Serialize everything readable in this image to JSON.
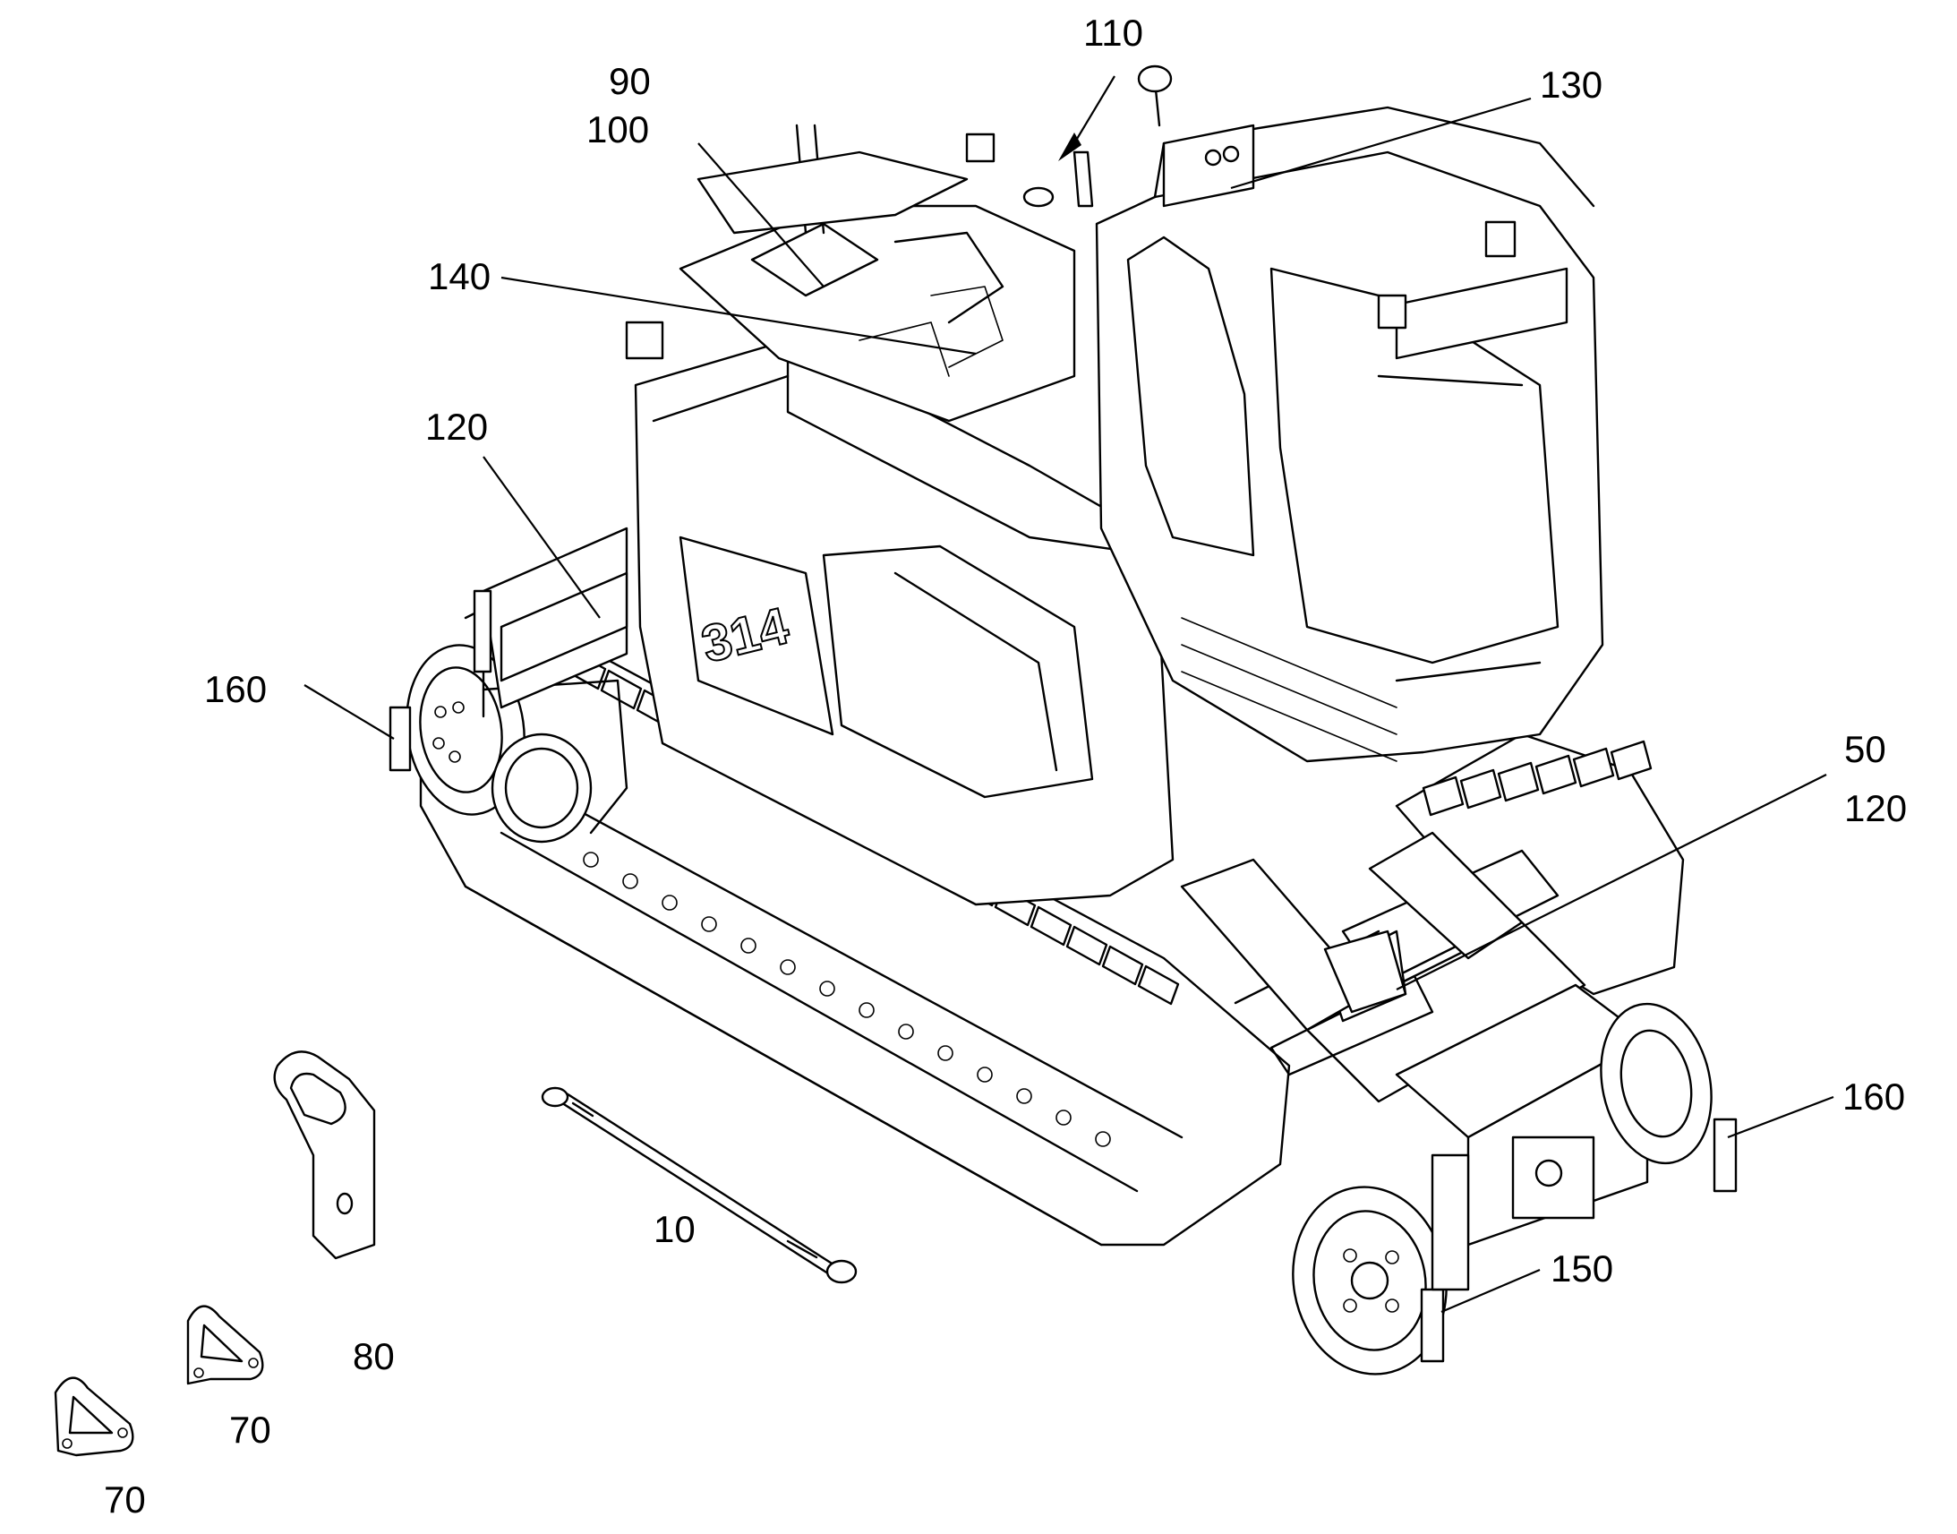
{
  "figure": {
    "labels": [
      {
        "id": "lbl-90",
        "text": "90"
      },
      {
        "id": "lbl-100",
        "text": "100"
      },
      {
        "id": "lbl-110",
        "text": "110"
      },
      {
        "id": "lbl-130",
        "text": "130"
      },
      {
        "id": "lbl-140",
        "text": "140"
      },
      {
        "id": "lbl-120-left",
        "text": "120"
      },
      {
        "id": "lbl-160-left",
        "text": "160"
      },
      {
        "id": "lbl-50",
        "text": "50"
      },
      {
        "id": "lbl-120-right",
        "text": "120"
      },
      {
        "id": "lbl-160-right",
        "text": "160"
      },
      {
        "id": "lbl-150",
        "text": "150"
      },
      {
        "id": "lbl-10",
        "text": "10"
      },
      {
        "id": "lbl-80",
        "text": "80"
      },
      {
        "id": "lbl-70-mid",
        "text": "70"
      },
      {
        "id": "lbl-70-bottom",
        "text": "70"
      }
    ],
    "machine_badge": "314"
  }
}
